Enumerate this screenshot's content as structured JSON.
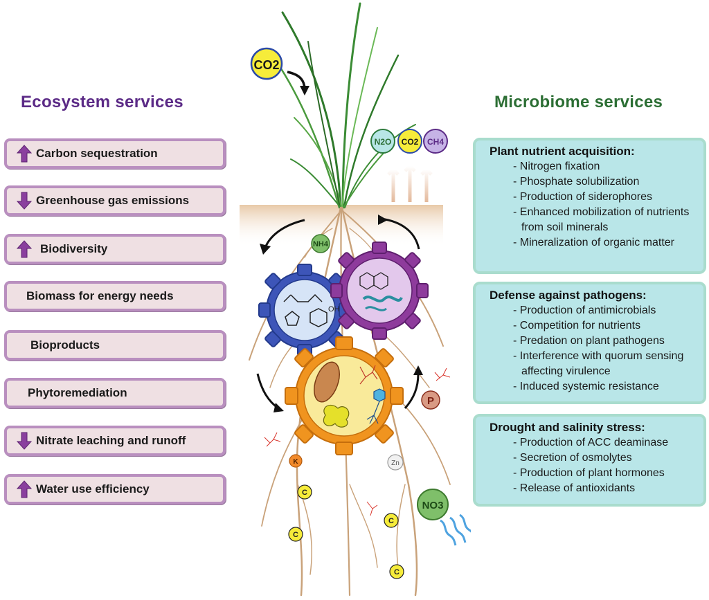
{
  "ecosystem": {
    "heading": "Ecosystem services",
    "items": [
      {
        "label": "Carbon sequestration",
        "trend": "up"
      },
      {
        "label": "Greenhouse gas emissions",
        "trend": "down"
      },
      {
        "label": "Biodiversity",
        "trend": "up"
      },
      {
        "label": "Biomass for energy needs",
        "trend": "none"
      },
      {
        "label": "Bioproducts",
        "trend": "none"
      },
      {
        "label": "Phytoremediation",
        "trend": "none"
      },
      {
        "label": "Nitrate leaching and runoff",
        "trend": "down"
      },
      {
        "label": "Water use efficiency",
        "trend": "up"
      }
    ]
  },
  "microbiome": {
    "heading": "Microbiome services",
    "groups": [
      {
        "title": "Plant nutrient acquisition:",
        "items": [
          "Nitrogen fixation",
          "Phosphate solubilization",
          "Production of siderophores",
          "Enhanced mobilization of nutrients from soil minerals",
          "Mineralization of organic matter"
        ]
      },
      {
        "title": "Defense against pathogens:",
        "items": [
          "Production of antimicrobials",
          "Competition for nutrients",
          "Predation on plant pathogens",
          "Interference with quorum sensing affecting virulence",
          "Induced systemic resistance"
        ]
      },
      {
        "title": "Drought and salinity stress:",
        "items": [
          "Production of ACC deaminase",
          "Secretion of osmolytes",
          "Production of plant hormones",
          "Release of antioxidants"
        ]
      }
    ]
  },
  "illustration": {
    "co2_in": "CO2",
    "gases": [
      "N2O",
      "CO2",
      "CH4"
    ],
    "nh4": "NH4",
    "p": "P",
    "k": "K",
    "zn": "Zn",
    "no3": "NO3",
    "carbon": "C",
    "oh": "OH"
  },
  "colors": {
    "eco_heading": "#5b2a86",
    "micro_heading": "#2c6e34",
    "eco_box_fill": "#efe0e3",
    "eco_box_border": "#b98fbf",
    "micro_box_fill": "#b9e6e8",
    "micro_box_border": "#a9dccd",
    "trend_arrow": "#8a3f9e",
    "gear_blue": "#3d55b8",
    "gear_purple": "#8e3b9c",
    "gear_orange": "#f0941f"
  }
}
